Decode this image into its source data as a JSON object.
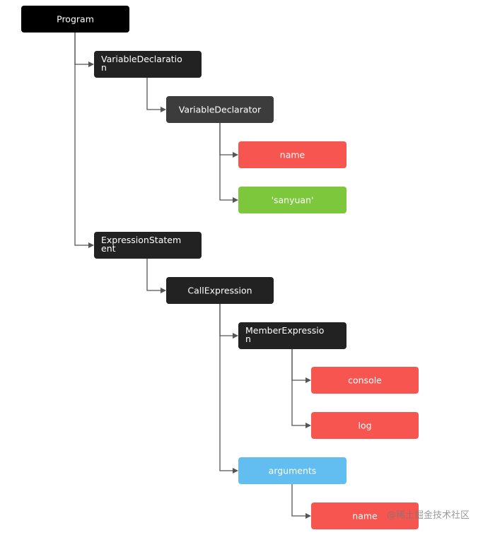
{
  "nodes": [
    {
      "id": "program",
      "label_lines": [
        "Program"
      ],
      "color": "#000000"
    },
    {
      "id": "variable-declaration",
      "label_lines": [
        "VariableDeclaratio",
        "n"
      ],
      "color": "#222222"
    },
    {
      "id": "variable-declarator",
      "label_lines": [
        "VariableDeclarator"
      ],
      "color": "#3c3c3c"
    },
    {
      "id": "name-1",
      "label_lines": [
        "name"
      ],
      "color": "#f7554f"
    },
    {
      "id": "sanyuan",
      "label_lines": [
        "'sanyuan'"
      ],
      "color": "#7dc73d"
    },
    {
      "id": "expression-statement",
      "label_lines": [
        "ExpressionStatem",
        "ent"
      ],
      "color": "#222222"
    },
    {
      "id": "call-expression",
      "label_lines": [
        "CallExpression"
      ],
      "color": "#222222"
    },
    {
      "id": "member-expression",
      "label_lines": [
        "MemberExpressio",
        "n"
      ],
      "color": "#222222"
    },
    {
      "id": "console",
      "label_lines": [
        "console"
      ],
      "color": "#f7554f"
    },
    {
      "id": "log",
      "label_lines": [
        "log"
      ],
      "color": "#f7554f"
    },
    {
      "id": "arguments",
      "label_lines": [
        "arguments"
      ],
      "color": "#62bdf0"
    },
    {
      "id": "name-2",
      "label_lines": [
        "name"
      ],
      "color": "#f7554f"
    }
  ],
  "edges": [
    [
      "program",
      "variable-declaration"
    ],
    [
      "program",
      "expression-statement"
    ],
    [
      "variable-declaration",
      "variable-declarator"
    ],
    [
      "variable-declarator",
      "name-1"
    ],
    [
      "variable-declarator",
      "sanyuan"
    ],
    [
      "expression-statement",
      "call-expression"
    ],
    [
      "call-expression",
      "member-expression"
    ],
    [
      "call-expression",
      "arguments"
    ],
    [
      "member-expression",
      "console"
    ],
    [
      "member-expression",
      "log"
    ],
    [
      "arguments",
      "name-2"
    ]
  ],
  "colors": {
    "connector": "#555555",
    "node_text": "#ffffff"
  },
  "watermark": "@稀土掘金技术社区"
}
